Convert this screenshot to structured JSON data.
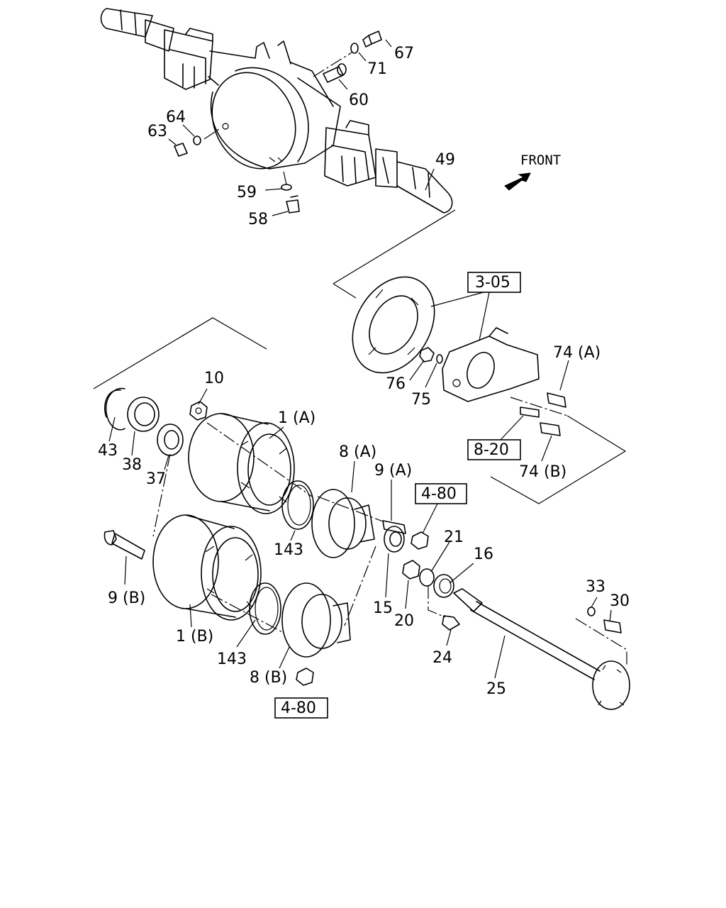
{
  "front": "FRONT",
  "refs": {
    "r305": "3-05",
    "r820": "8-20",
    "r480a": "4-80",
    "r480b": "4-80"
  },
  "labels": {
    "l67": "67",
    "l71": "71",
    "l60": "60",
    "l64": "64",
    "l63": "63",
    "l49": "49",
    "l59": "59",
    "l58": "58",
    "l74a": "74 (A)",
    "l76": "76",
    "l75": "75",
    "l74b": "74 (B)",
    "l10": "10",
    "l1a": "1 (A)",
    "l43": "43",
    "l38": "38",
    "l37": "37",
    "l8a": "8 (A)",
    "l9a": "9 (A)",
    "l143a": "143",
    "l9b": "9 (B)",
    "l21": "21",
    "l16": "16",
    "l15": "15",
    "l20": "20",
    "l1b": "1 (B)",
    "l143b": "143",
    "l8b": "8 (B)",
    "l24": "24",
    "l33": "33",
    "l30": "30",
    "l25": "25"
  }
}
